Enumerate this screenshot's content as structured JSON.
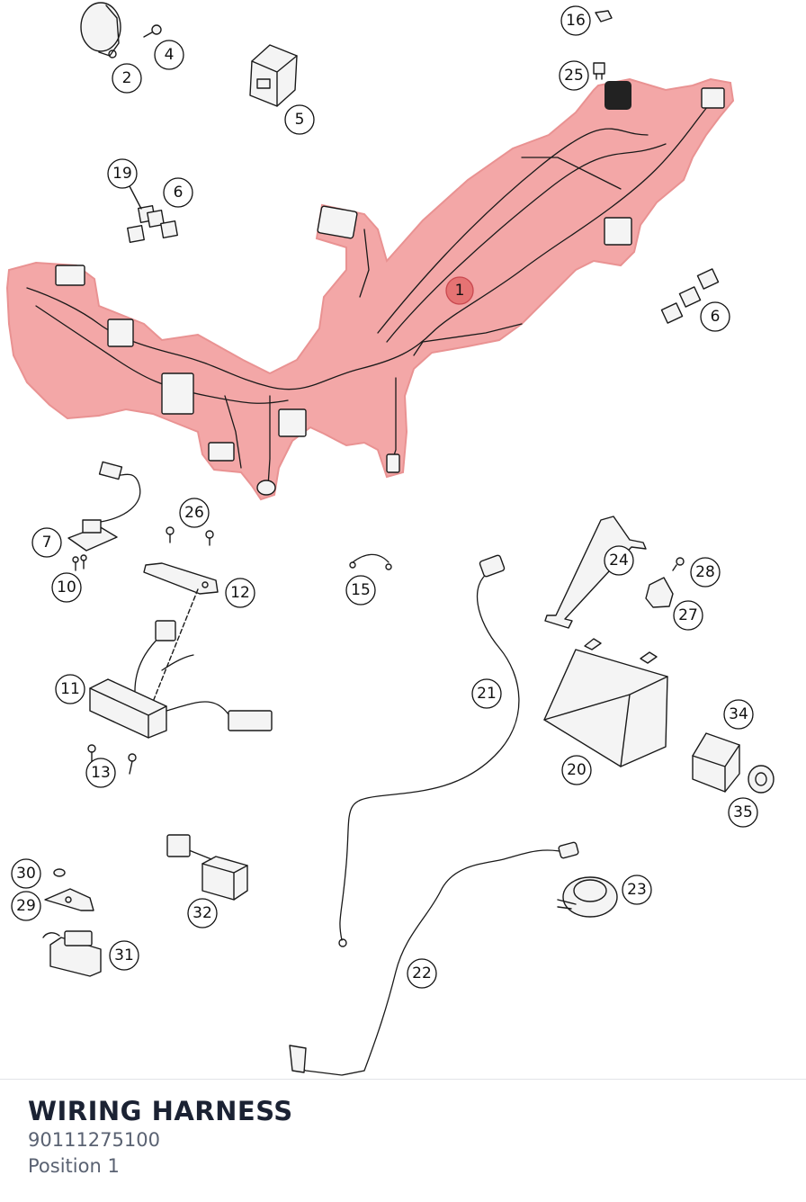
{
  "diagram": {
    "callouts": [
      {
        "id": "c2",
        "label": "2"
      },
      {
        "id": "c4",
        "label": "4"
      },
      {
        "id": "c5",
        "label": "5"
      },
      {
        "id": "c16",
        "label": "16"
      },
      {
        "id": "c25",
        "label": "25"
      },
      {
        "id": "c19",
        "label": "19"
      },
      {
        "id": "c6a",
        "label": "6"
      },
      {
        "id": "c6b",
        "label": "6"
      },
      {
        "id": "c1",
        "label": "1"
      },
      {
        "id": "c26",
        "label": "26"
      },
      {
        "id": "c7",
        "label": "7"
      },
      {
        "id": "c10",
        "label": "10"
      },
      {
        "id": "c12",
        "label": "12"
      },
      {
        "id": "c15",
        "label": "15"
      },
      {
        "id": "c24",
        "label": "24"
      },
      {
        "id": "c28",
        "label": "28"
      },
      {
        "id": "c27",
        "label": "27"
      },
      {
        "id": "c11",
        "label": "11"
      },
      {
        "id": "c21",
        "label": "21"
      },
      {
        "id": "c13",
        "label": "13"
      },
      {
        "id": "c34",
        "label": "34"
      },
      {
        "id": "c20",
        "label": "20"
      },
      {
        "id": "c35",
        "label": "35"
      },
      {
        "id": "c23",
        "label": "23"
      },
      {
        "id": "c30",
        "label": "30"
      },
      {
        "id": "c29",
        "label": "29"
      },
      {
        "id": "c32",
        "label": "32"
      },
      {
        "id": "c31",
        "label": "31"
      },
      {
        "id": "c22",
        "label": "22"
      }
    ],
    "highlight_color": "#f3a3a3",
    "selected_callout_color": "#e57373"
  },
  "part": {
    "title": "WIRING HARNESS",
    "number": "90111275100",
    "position": "Position 1"
  }
}
